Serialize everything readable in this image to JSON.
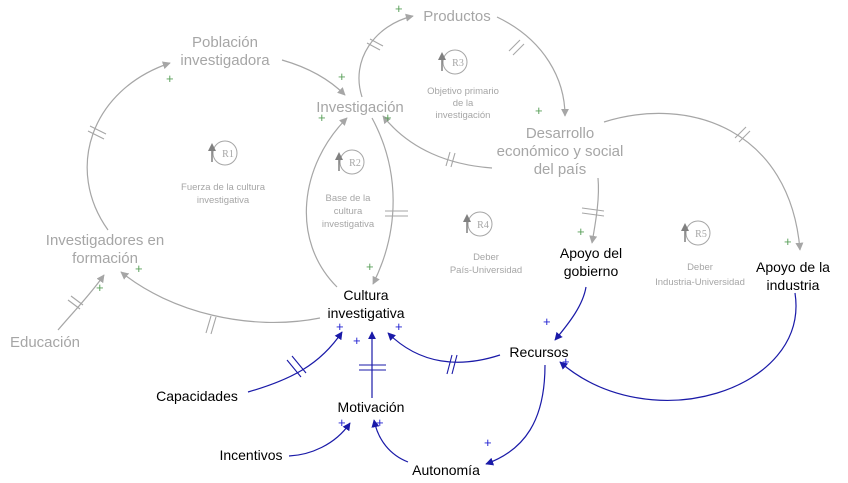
{
  "nodes": {
    "poblacion": [
      "Población",
      "investigadora"
    ],
    "productos": [
      "Productos"
    ],
    "investigacion": [
      "Investigación"
    ],
    "desarrollo": [
      "Desarrollo",
      "económico y social",
      "del país"
    ],
    "investigadores": [
      "Investigadores en",
      "formación"
    ],
    "educacion": [
      "Educación"
    ],
    "apoyo_gobierno": [
      "Apoyo del",
      "gobierno"
    ],
    "apoyo_industria": [
      "Apoyo de la",
      "industria"
    ],
    "cultura": [
      "Cultura",
      "investigativa"
    ],
    "recursos": [
      "Recursos"
    ],
    "capacidades": [
      "Capacidades"
    ],
    "motivacion": [
      "Motivación"
    ],
    "incentivos": [
      "Incentivos"
    ],
    "autonomia": [
      "Autonomía"
    ]
  },
  "loops": [
    {
      "id": "R1",
      "description": [
        "Fuerza de la cultura",
        "investigativa"
      ]
    },
    {
      "id": "R2",
      "description": [
        "Base de la",
        "cultura",
        "investigativa"
      ]
    },
    {
      "id": "R3",
      "description": [
        "Objetivo primario",
        "de la",
        "investigación"
      ]
    },
    {
      "id": "R4",
      "description": [
        "Deber",
        "País-Universidad"
      ]
    },
    {
      "id": "R5",
      "description": [
        "Deber",
        "Industria-Universidad"
      ]
    }
  ],
  "polarity": "+",
  "colors": {
    "gray_text": "#a6a6a6",
    "gray_arrow": "#a6a6a6",
    "gray_polarity": "#5aa05a",
    "blue_arrow": "#1a1aa8",
    "blue_polarity": "#1f1fd0",
    "black_text": "#000000"
  }
}
